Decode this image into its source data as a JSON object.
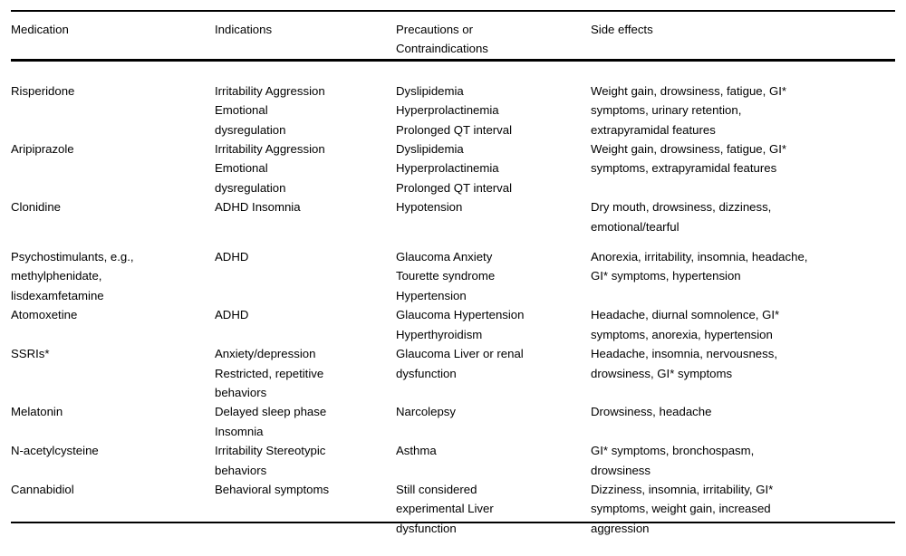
{
  "table": {
    "columns": [
      {
        "key": "medication",
        "header": [
          "Medication"
        ]
      },
      {
        "key": "indications",
        "header": [
          "Indications"
        ]
      },
      {
        "key": "precautions",
        "header": [
          "Precautions or",
          "Contraindications"
        ]
      },
      {
        "key": "side_effects",
        "header": [
          "Side effects"
        ]
      }
    ],
    "rows": [
      {
        "medication": [
          "Risperidone"
        ],
        "indications": [
          "Irritability Aggression",
          "Emotional",
          "dysregulation"
        ],
        "precautions": [
          "Dyslipidemia",
          "Hyperprolactinemia",
          "Prolonged QT interval"
        ],
        "side_effects": [
          "Weight gain, drowsiness, fatigue, GI*",
          "symptoms, urinary retention,",
          "extrapyramidal features"
        ],
        "gap_after": false
      },
      {
        "medication": [
          "Aripiprazole"
        ],
        "indications": [
          "Irritability Aggression",
          "Emotional",
          "dysregulation"
        ],
        "precautions": [
          "Dyslipidemia",
          "Hyperprolactinemia",
          "Prolonged QT interval"
        ],
        "side_effects": [
          "Weight gain, drowsiness, fatigue, GI*",
          "symptoms, extrapyramidal features"
        ],
        "gap_after": false
      },
      {
        "medication": [
          "Clonidine"
        ],
        "indications": [
          "ADHD Insomnia"
        ],
        "precautions": [
          "Hypotension"
        ],
        "side_effects": [
          "Dry mouth, drowsiness, dizziness,",
          "emotional/tearful"
        ],
        "gap_after": true
      },
      {
        "medication": [
          "Psychostimulants, e.g.,",
          "methylphenidate,",
          "lisdexamfetamine"
        ],
        "indications": [
          "ADHD"
        ],
        "precautions": [
          "Glaucoma Anxiety",
          "Tourette syndrome",
          "Hypertension"
        ],
        "side_effects": [
          "Anorexia, irritability, insomnia, headache,",
          "GI* symptoms, hypertension"
        ],
        "gap_after": false
      },
      {
        "medication": [
          "Atomoxetine"
        ],
        "indications": [
          "ADHD"
        ],
        "precautions": [
          "Glaucoma Hypertension",
          "Hyperthyroidism"
        ],
        "side_effects": [
          "Headache, diurnal somnolence, GI*",
          "symptoms, anorexia, hypertension"
        ],
        "gap_after": false
      },
      {
        "medication": [
          "SSRIs*"
        ],
        "indications": [
          "Anxiety/depression",
          "Restricted, repetitive",
          "behaviors"
        ],
        "precautions": [
          "Glaucoma Liver or renal",
          "dysfunction"
        ],
        "side_effects": [
          "Headache, insomnia, nervousness,",
          "drowsiness, GI* symptoms"
        ],
        "gap_after": false
      },
      {
        "medication": [
          "Melatonin"
        ],
        "indications": [
          "Delayed sleep phase",
          "Insomnia"
        ],
        "precautions": [
          "Narcolepsy"
        ],
        "side_effects": [
          "Drowsiness, headache"
        ],
        "gap_after": false
      },
      {
        "medication": [
          "N-acetylcysteine"
        ],
        "indications": [
          "Irritability Stereotypic",
          "behaviors"
        ],
        "precautions": [
          "Asthma"
        ],
        "side_effects": [
          "GI* symptoms, bronchospasm,",
          "drowsiness"
        ],
        "gap_after": false
      },
      {
        "medication": [
          "Cannabidiol"
        ],
        "indications": [
          "Behavioral symptoms"
        ],
        "precautions": [
          "Still considered",
          "experimental Liver",
          "dysfunction"
        ],
        "side_effects": [
          "Dizziness, insomnia, irritability, GI*",
          "symptoms, weight gain, increased",
          "aggression"
        ],
        "gap_after": false
      }
    ]
  },
  "style": {
    "text_color": "#000000",
    "background_color": "#ffffff",
    "rule_color": "#000000"
  }
}
